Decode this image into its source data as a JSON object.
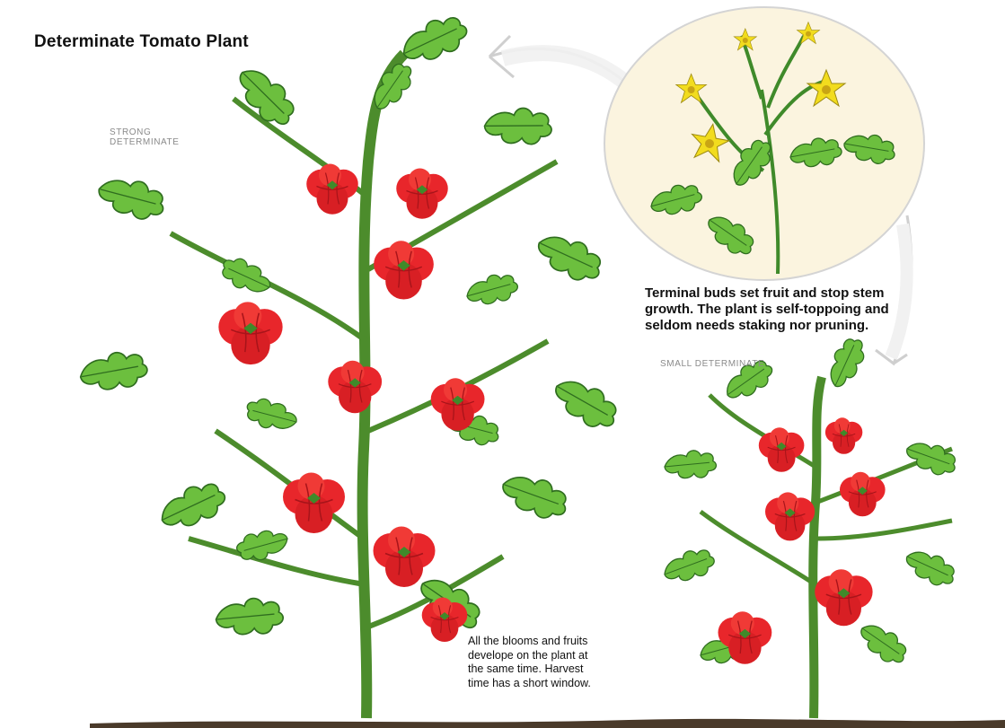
{
  "title": "Determinate Tomato Plant",
  "labels": {
    "strong": "STRONG\nDETERMINATE",
    "small": "SMALL DETERMINATE"
  },
  "notes": {
    "terminal_buds": "Terminal buds set fruit and stop stem\ngrowth. The plant is self-toppoing and\nseldom needs staking nor pruning.",
    "harvest": "All the blooms and fruits\ndevelope on the plant at\nthe same time. Harvest\ntime has a short window."
  },
  "colors": {
    "leaf": "#6cbf3e",
    "leaf_dark": "#3f8a2a",
    "fruit": "#e8262b",
    "fruit_dark": "#a8141a",
    "flower": "#f2dc1e",
    "inset_bg": "#fbf4df",
    "soil": "#4a3a2a"
  }
}
